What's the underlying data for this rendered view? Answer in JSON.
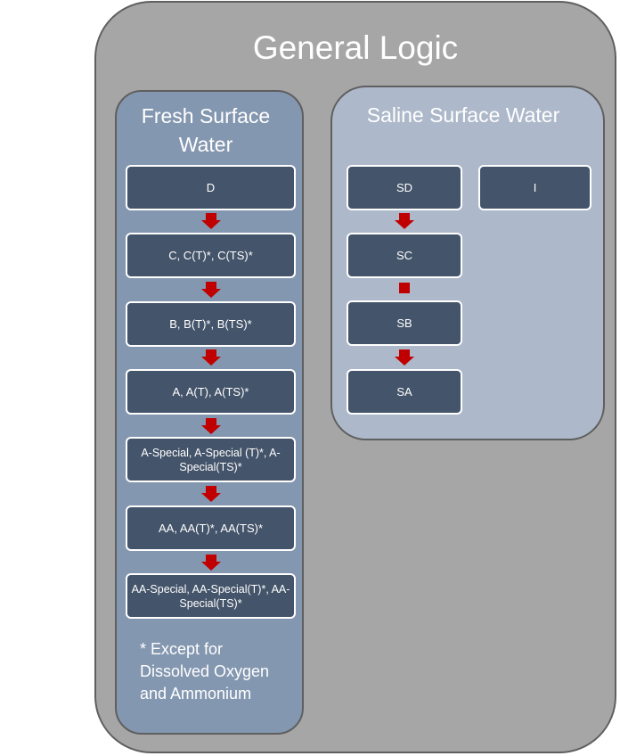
{
  "title": "General Logic",
  "fresh_surface_water": {
    "title": "Fresh Surface Water",
    "nodes": [
      "D",
      "C, C(T)*, C(TS)*",
      "B, B(T)*, B(TS)*",
      "A, A(T), A(TS)*",
      "A-Special, A-Special (T)*, A-Special(TS)*",
      "AA, AA(T)*, AA(TS)*",
      "AA-Special, AA-Special(T)*, AA-Special(TS)*"
    ],
    "note": "* Except for Dissolved Oxygen and Ammonium"
  },
  "saline_surface_water": {
    "title": "Saline Surface Water",
    "nodes": [
      "SD",
      "SC",
      "SB",
      "SA"
    ],
    "other_node": "I"
  },
  "colors": {
    "outer_fill": "#a6a6a6",
    "fresh_fill": "#8497b0",
    "saline_fill": "#adb9ca",
    "node_fill": "#44546a",
    "arrow": "#c00000"
  }
}
